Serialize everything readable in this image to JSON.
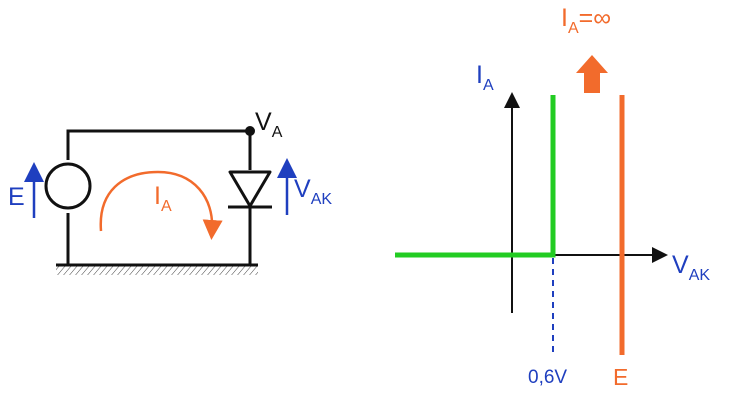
{
  "circuit": {
    "source_label": "E",
    "node_label": {
      "main": "V",
      "sub": "A"
    },
    "current_label": {
      "main": "I",
      "sub": "A"
    },
    "diode_voltage_label": {
      "main": "V",
      "sub": "AK"
    }
  },
  "graph": {
    "y_axis_label": {
      "main": "I",
      "sub": "A"
    },
    "x_axis_label": {
      "main": "V",
      "sub": "AK"
    },
    "infinite_current_label": {
      "main": "I",
      "sub": "A",
      "suffix": "=∞"
    },
    "threshold_tick_label": "0,6V",
    "source_tick_label": "E"
  },
  "colors": {
    "wire": "#111111",
    "blue": "#1f3fbf",
    "orange": "#f26b2c",
    "green": "#22cc22",
    "hatch": "#333333"
  }
}
